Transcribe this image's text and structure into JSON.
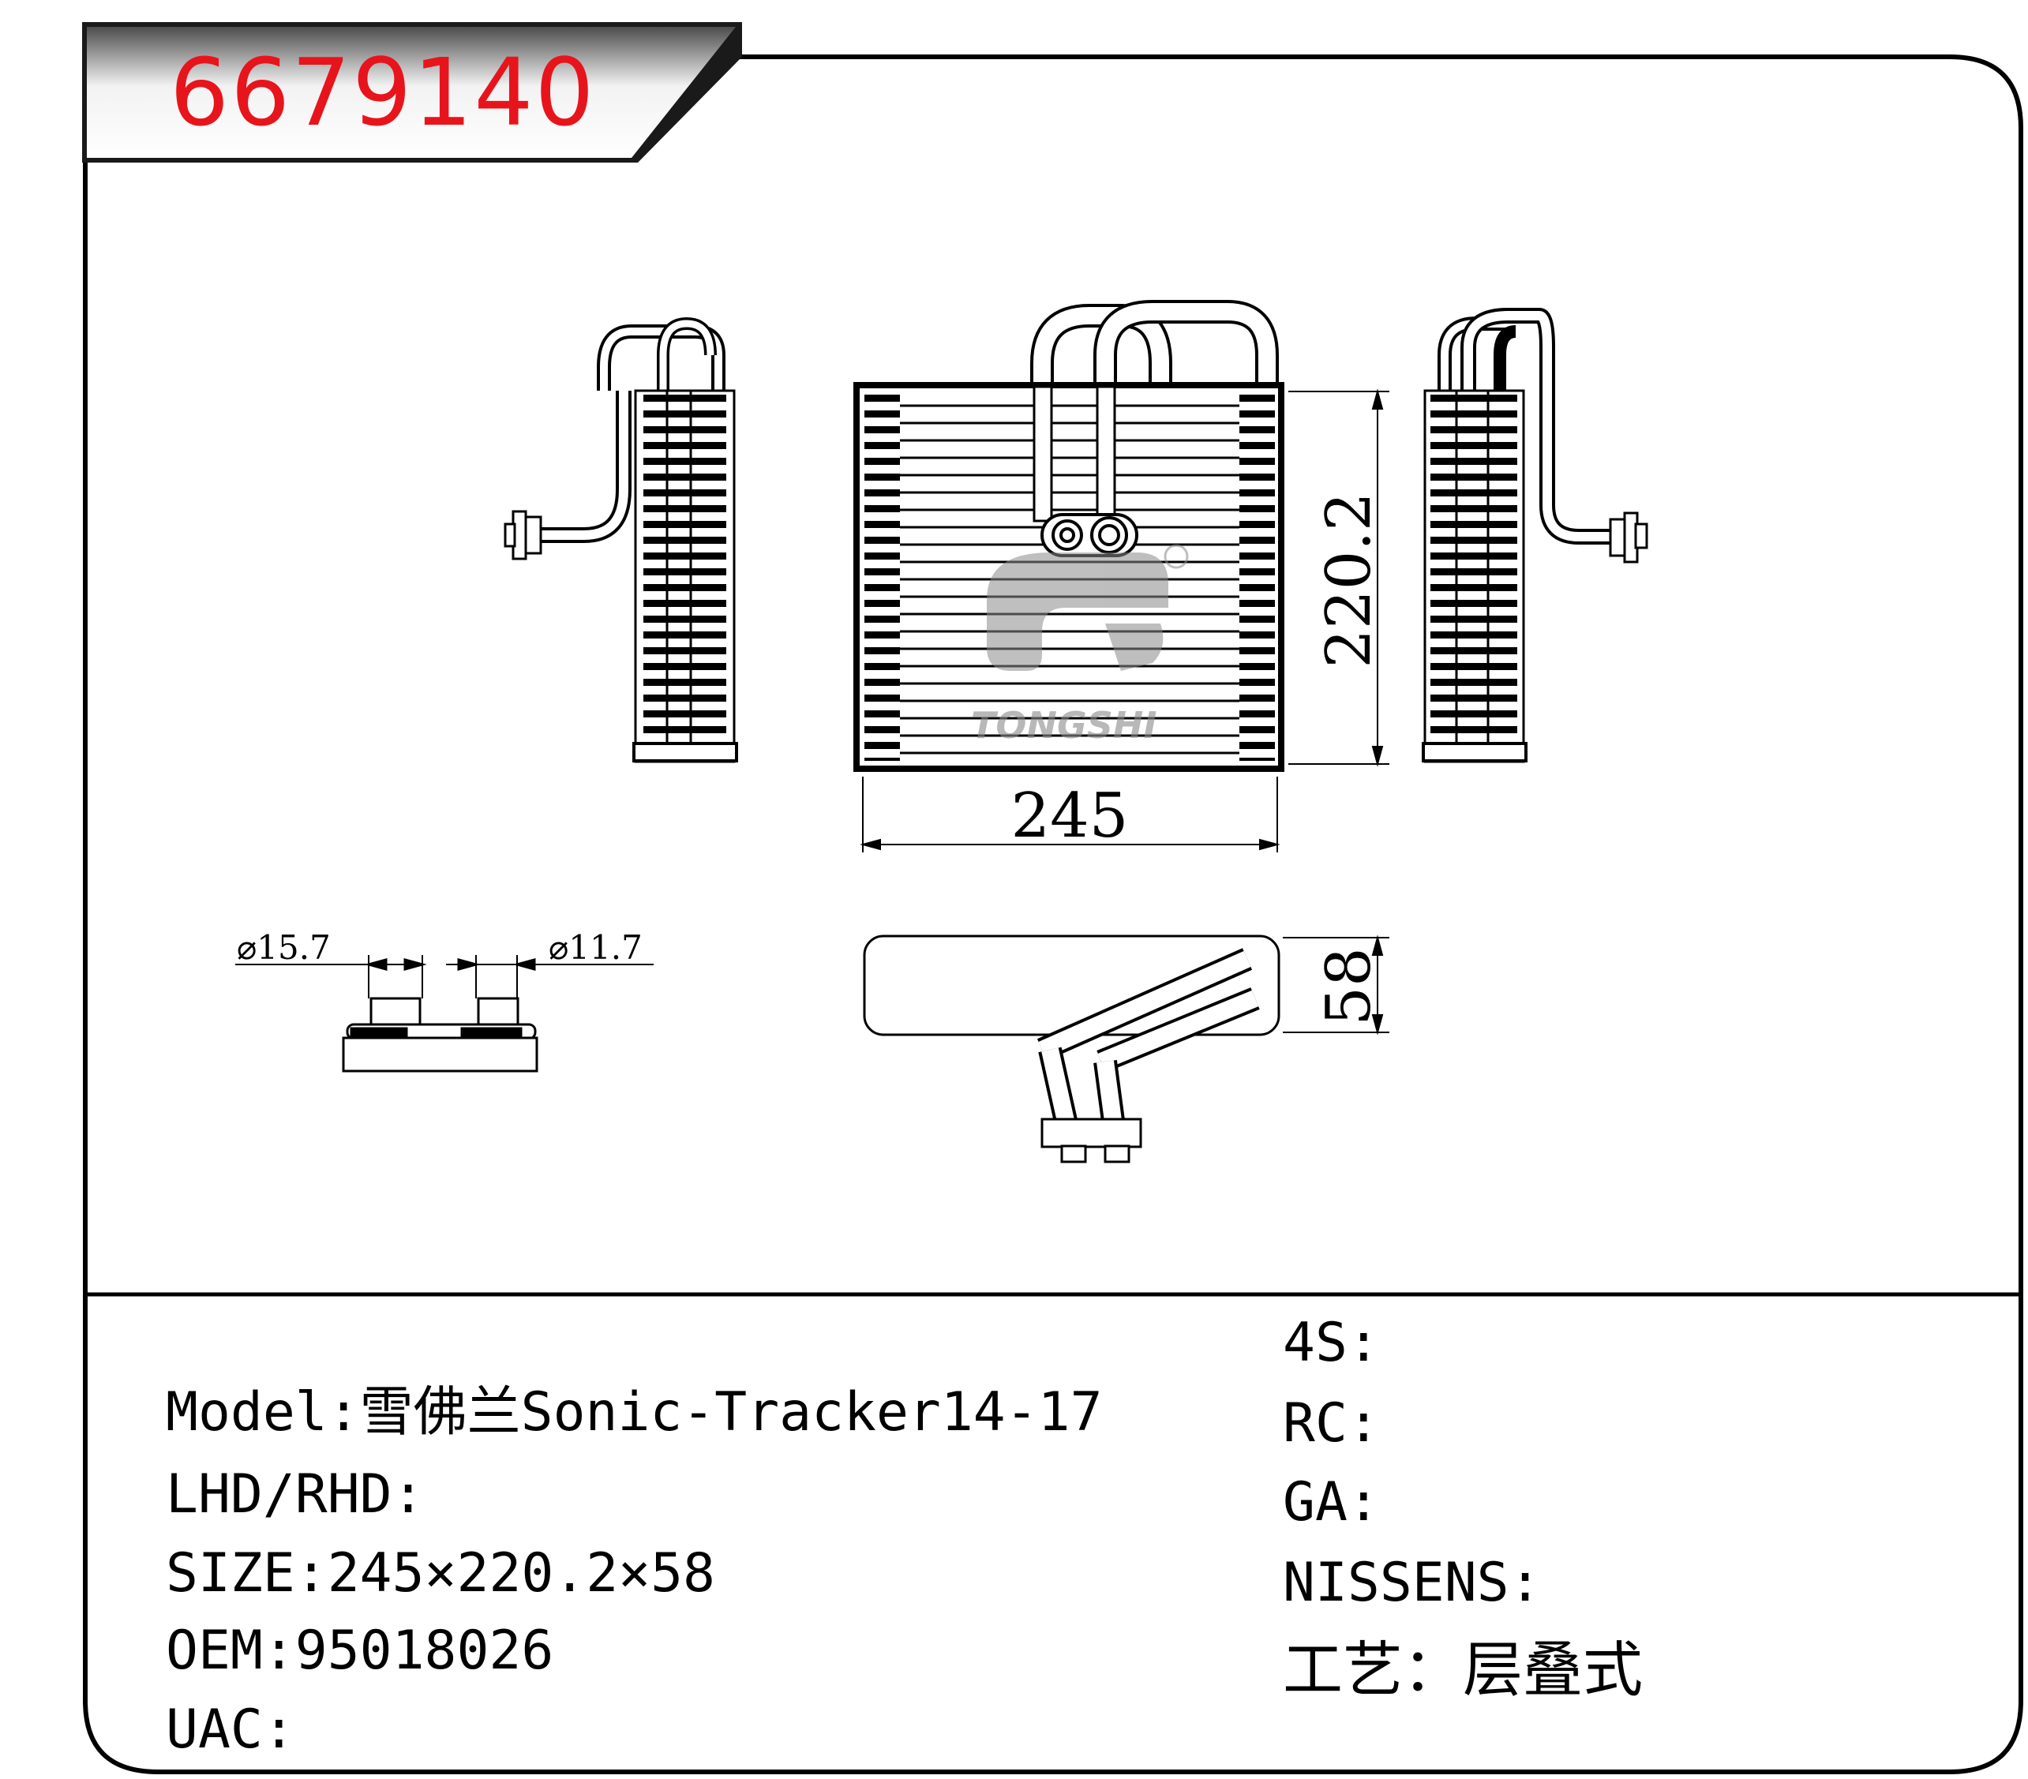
{
  "part_number": "6679140",
  "dimensions": {
    "width": "245",
    "height": "220.2",
    "depth": "58",
    "inlet_diameter": "⌀15.7",
    "outlet_diameter": "⌀11.7"
  },
  "watermark": "TONGSHI",
  "specs_left": [
    {
      "label": "Model:",
      "value": "雪佛兰Sonic-Tracker14-17"
    },
    {
      "label": "LHD/RHD:",
      "value": ""
    },
    {
      "label": "SIZE:",
      "value": "245×220.2×58"
    },
    {
      "label": "OEM:",
      "value": "95018026"
    },
    {
      "label": "UAC:",
      "value": ""
    }
  ],
  "specs_right": [
    {
      "label": "4S:",
      "value": ""
    },
    {
      "label": "RC:",
      "value": ""
    },
    {
      "label": "GA:",
      "value": ""
    },
    {
      "label": "NISSENS:",
      "value": ""
    },
    {
      "label": "工艺：",
      "value": "层叠式"
    }
  ],
  "colors": {
    "part_number": "#e8141c",
    "line": "#000000",
    "watermark": "#8a8a8a"
  }
}
